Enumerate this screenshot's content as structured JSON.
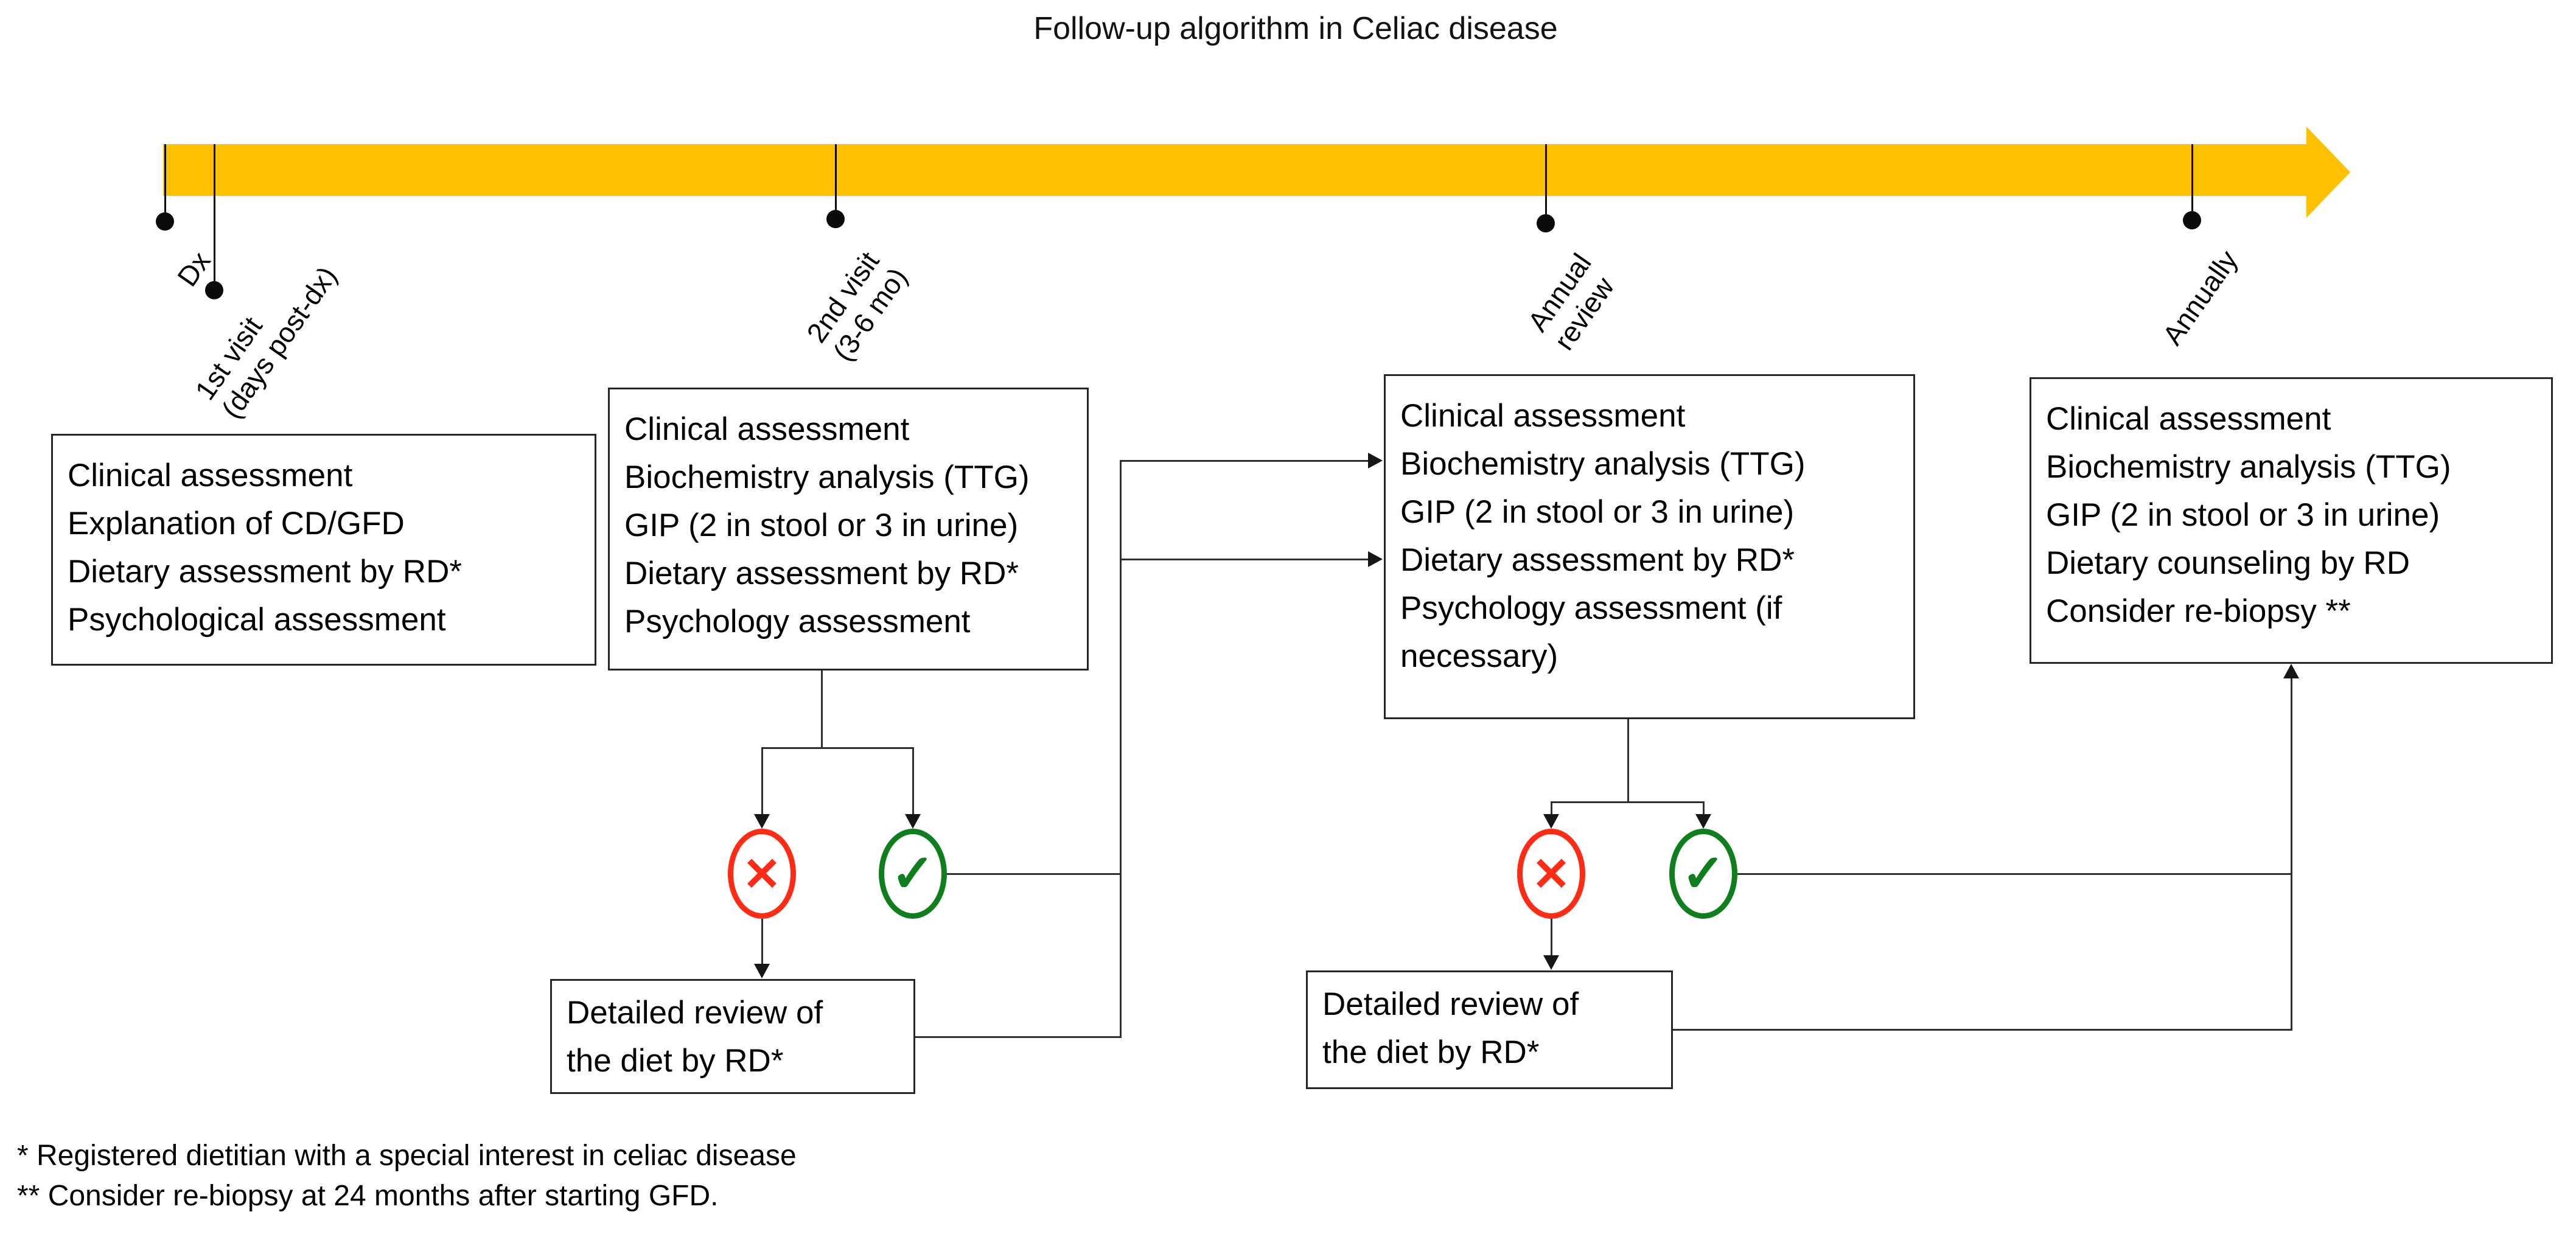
{
  "title": "Follow-up algorithm in Celiac disease",
  "colors": {
    "timeline_arrow": "#FFC000",
    "no_red": "#FF2B15",
    "yes_green": "#0F7E1D",
    "connector": "#2F2F2F"
  },
  "icons": {
    "no": "✕",
    "yes": "✓"
  },
  "timeline": {
    "milestones": [
      {
        "id": "dx",
        "lines": [
          "Dx"
        ]
      },
      {
        "id": "visit1",
        "lines": [
          "1st visit",
          "(days post-dx)"
        ]
      },
      {
        "id": "visit2",
        "lines": [
          "2nd visit",
          "(3-6 mo)"
        ]
      },
      {
        "id": "annual",
        "lines": [
          "Annual",
          "review"
        ]
      },
      {
        "id": "annually",
        "lines": [
          "Annually"
        ]
      }
    ]
  },
  "boxes": {
    "visit1": {
      "lines": [
        "Clinical assessment",
        "Explanation of CD/GFD",
        "Dietary assessment by RD*",
        "Psychological assessment"
      ]
    },
    "visit2": {
      "lines": [
        "Clinical assessment",
        "Biochemistry analysis (TTG)",
        "GIP (2 in stool or 3 in urine)",
        "Dietary assessment by RD*",
        "Psychology assessment"
      ]
    },
    "annual": {
      "lines": [
        "Clinical assessment",
        "Biochemistry analysis (TTG)",
        "GIP (2 in stool or 3 in urine)",
        "Dietary assessment by RD*",
        "Psychology assessment (if",
        "necessary)"
      ]
    },
    "annually": {
      "lines": [
        "Clinical assessment",
        "Biochemistry analysis (TTG)",
        "GIP (2 in stool or 3 in urine)",
        "Dietary counseling by RD",
        "Consider re-biopsy **"
      ]
    },
    "detail1": {
      "lines": [
        "Detailed review of",
        "the diet by RD*"
      ]
    },
    "detail2": {
      "lines": [
        "Detailed review of",
        "the diet by RD*"
      ]
    }
  },
  "footnotes": [
    "* Registered dietitian with a special interest in celiac disease",
    "** Consider re-biopsy at 24 months after starting GFD."
  ]
}
